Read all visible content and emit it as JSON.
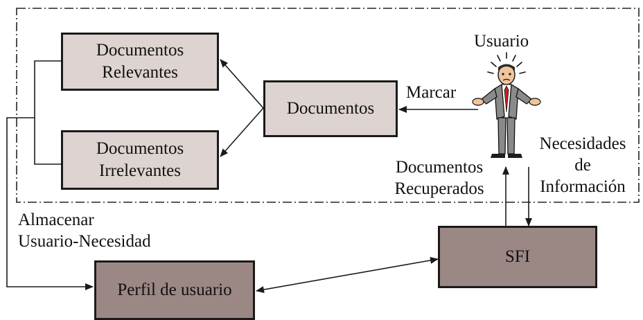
{
  "boxes": {
    "relevantes": [
      "Documentos",
      "Relevantes"
    ],
    "irrelevantes": [
      "Documentos",
      "Irrelevantes"
    ],
    "documentos": "Documentos",
    "perfil": "Perfil de usuario",
    "sfi": "SFI"
  },
  "labels": {
    "usuario": "Usuario",
    "marcar": "Marcar",
    "necesidades": [
      "Necesidades",
      "de",
      "Información"
    ],
    "recuperados": [
      "Documentos",
      "Recuperados"
    ],
    "almacenar": [
      "Almacenar",
      "Usuario-Necesidad"
    ]
  },
  "icons": {
    "user": "stressed-businessman-icon"
  },
  "colors": {
    "light_box": "#ddd3d0",
    "dark_box": "#9b8885",
    "line": "#1a1a1a",
    "figure_suit": "#8a8a8a",
    "figure_tie": "#cc1f1f"
  }
}
